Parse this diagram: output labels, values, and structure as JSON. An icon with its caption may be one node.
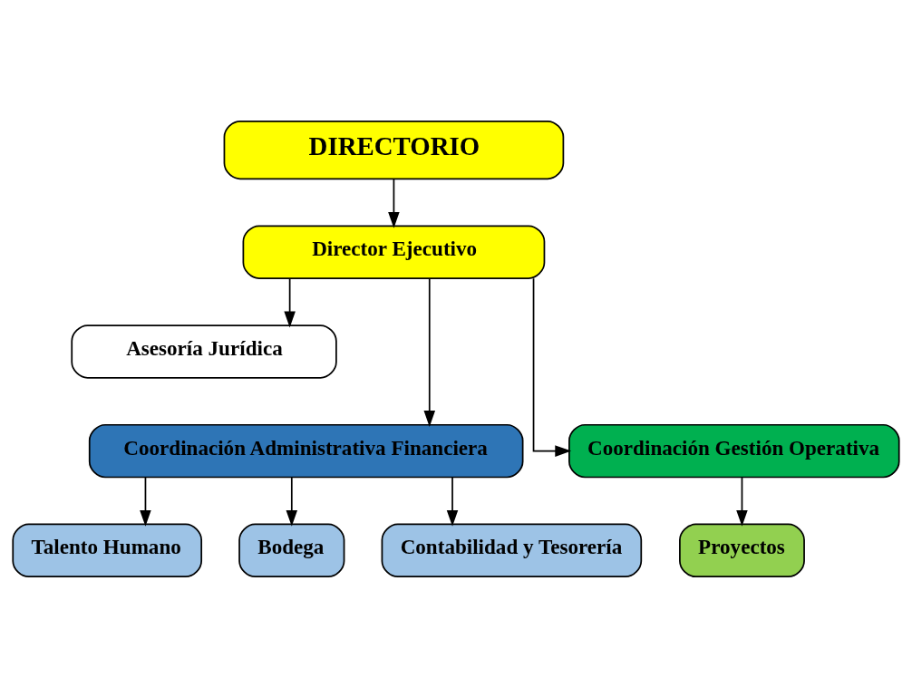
{
  "diagram": {
    "nodes": [
      {
        "text": [
          "DIRECTORIO"
        ]
      },
      {
        "text": [
          "Director Ejecutivo"
        ]
      },
      {
        "text": [
          "Asesoría Jurídica"
        ]
      },
      {
        "text": [
          "Coordinación Administrativa Financiera"
        ]
      },
      {
        "text": [
          "Coordinación Gestión Operativa"
        ]
      },
      {
        "text": [
          "Talento Humano"
        ]
      },
      {
        "text": [
          "Bodega"
        ]
      },
      {
        "text": [
          "Contabilidad y Tesorería"
        ]
      },
      {
        "text": [
          "Proyectos"
        ]
      }
    ],
    "edges": [
      {
        "from": 0,
        "to": 1,
        "arrow": "to"
      },
      {
        "from": 1,
        "to": 2,
        "arrow": "to"
      },
      {
        "from": 1,
        "to": 3,
        "arrow": "to"
      },
      {
        "from": 1,
        "to": 4,
        "arrow": "to"
      },
      {
        "from": 3,
        "to": 5,
        "arrow": "to"
      },
      {
        "from": 3,
        "to": 6,
        "arrow": "to"
      },
      {
        "from": 3,
        "to": 7,
        "arrow": "to"
      },
      {
        "from": 4,
        "to": 8,
        "arrow": "to"
      }
    ]
  }
}
